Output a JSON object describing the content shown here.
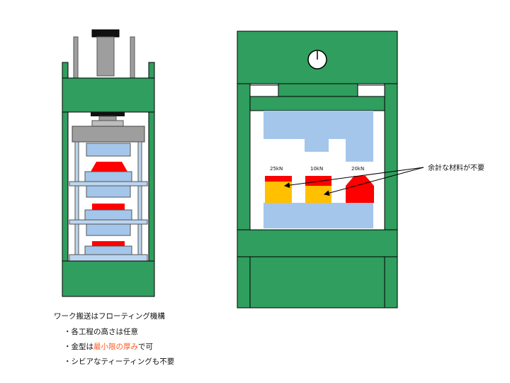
{
  "caption": {
    "title": "ワーク搬送はフローティング機構",
    "bullets": [
      {
        "pre": "・各工程の高さは任意",
        "highlight": "",
        "post": ""
      },
      {
        "pre": "・金型は",
        "highlight": "最小限の厚み",
        "post": "で可"
      },
      {
        "pre": "・シビアなティーティングも不要",
        "highlight": "",
        "post": ""
      }
    ]
  },
  "press_right": {
    "loads": [
      "25kN",
      "10kN",
      "20kN"
    ],
    "callout": "余計な材料が不要"
  },
  "colors": {
    "frame_green": "#2f9e5e",
    "die_blue": "#a4c6ea",
    "plate_blue": "#bcd5ef",
    "workpiece_red": "#ff0000",
    "workpiece_yellow": "#ffc000",
    "highlight_text": "#ff5a1f"
  }
}
